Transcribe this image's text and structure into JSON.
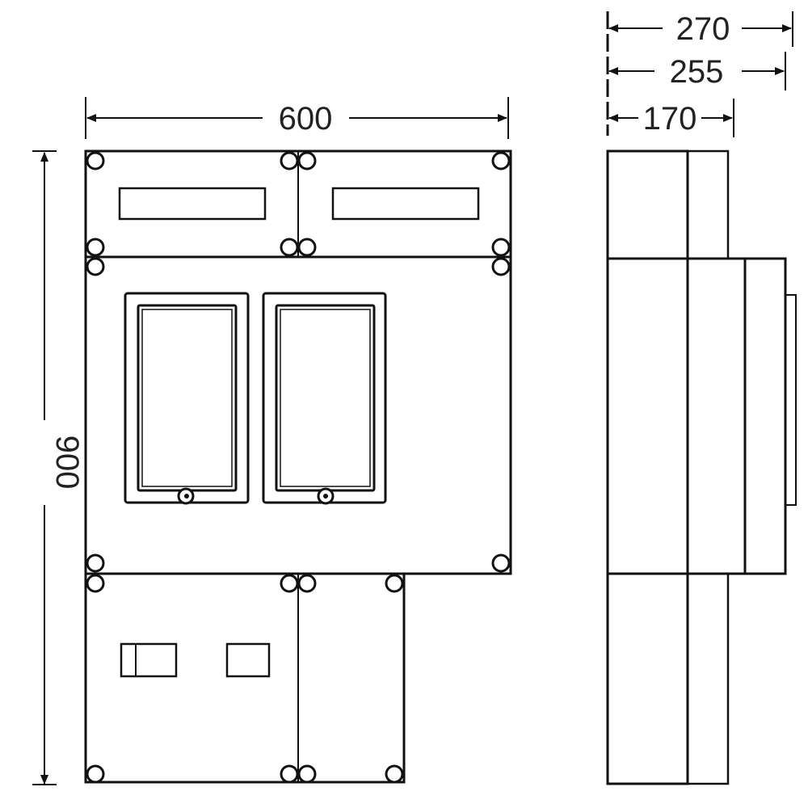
{
  "title": "Enclosure dimension drawing",
  "dimensions": {
    "width": "600",
    "height": "900",
    "depth_total": "270",
    "depth_mid": "255",
    "depth_base": "170"
  },
  "colors": {
    "line": "#111111",
    "background": "#ffffff"
  }
}
